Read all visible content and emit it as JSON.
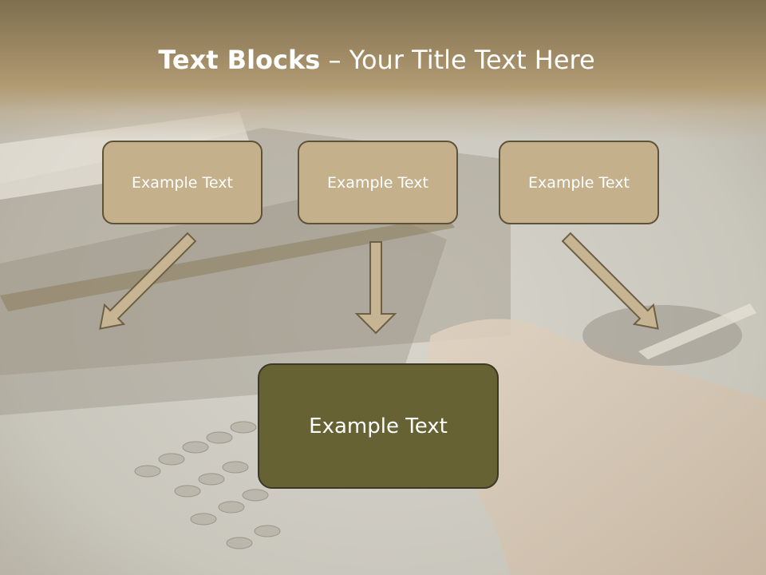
{
  "slide": {
    "title_bold": "Text Blocks",
    "title_dash": " – ",
    "title_rest": "Your Title Text Here",
    "blocks": [
      {
        "label": "Example Text"
      },
      {
        "label": "Example Text"
      },
      {
        "label": "Example Text"
      }
    ],
    "target": {
      "label": "Example Text"
    }
  },
  "colors": {
    "block_fill": "#c4b08b",
    "block_border": "#5e5238",
    "target_fill": "#676234",
    "arrow_fill": "#c6b493",
    "arrow_stroke": "#6e6044",
    "title_text": "#ffffff"
  }
}
